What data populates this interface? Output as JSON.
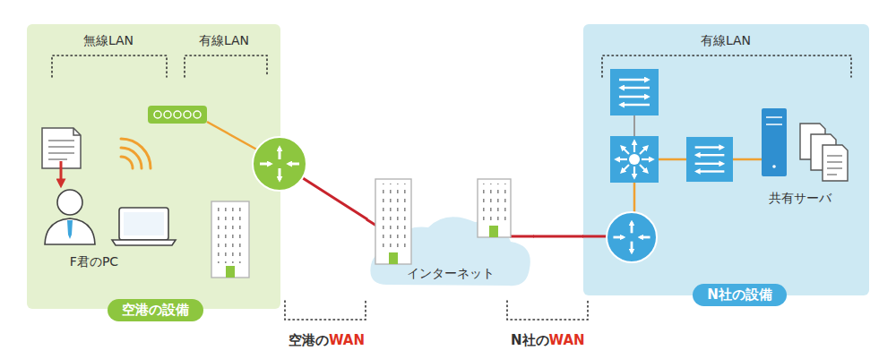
{
  "diagram": {
    "nodes": [
      {
        "text": [
          "空港の設備"
        ]
      },
      {
        "text": [
          "インターネット"
        ]
      },
      {
        "text": [
          "N社の設備"
        ]
      }
    ],
    "edges": [
      {
        "from": 0,
        "to": 1,
        "arrow": "none"
      },
      {
        "from": 1,
        "to": 2,
        "arrow": "none"
      }
    ],
    "labels": [
      "無線LAN",
      "有線LAN",
      "F君のPC",
      "有線LAN",
      "共有サーバ",
      "空港の",
      "WAN",
      "N社の",
      "WAN"
    ]
  }
}
